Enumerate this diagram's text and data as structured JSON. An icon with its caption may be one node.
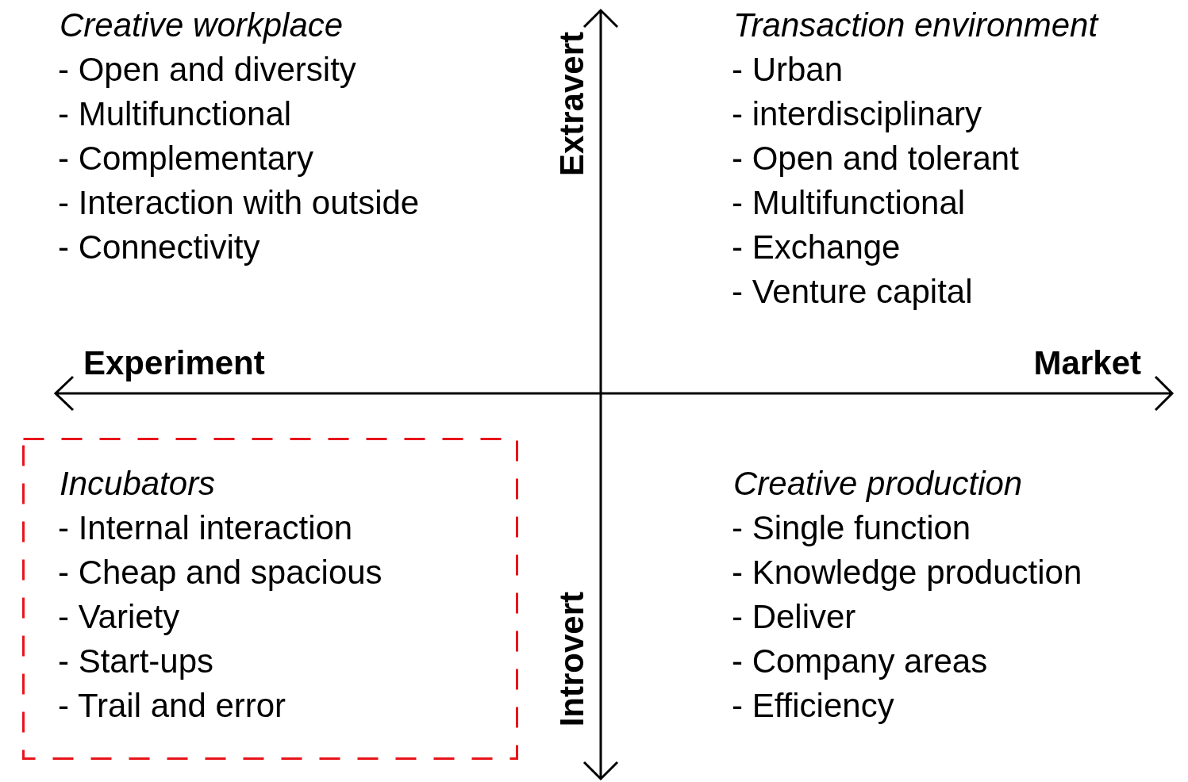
{
  "diagram": {
    "nodes": [
      {
        "text": [
          "Incubators",
          "- Internal interaction",
          "- Cheap and spacious",
          "- Variety",
          "- Start-ups",
          "- Trail and error"
        ]
      }
    ],
    "edges": [],
    "labels": [
      "Creative workplace",
      "- Open and diversity",
      "- Multifunctional",
      "- Complementary",
      "- Interaction with outside",
      "- Connectivity",
      "Extravert",
      "Transaction environment",
      "- Urban",
      "- interdisciplinary",
      "- Open and tolerant",
      "- Multifunctional",
      "- Exchange",
      "- Venture capital",
      "Experiment",
      "Market",
      "Introvert",
      "Creative production",
      "- Single function",
      "- Knowledge production",
      "- Deliver",
      "- Company areas",
      "- Efficiency"
    ]
  }
}
